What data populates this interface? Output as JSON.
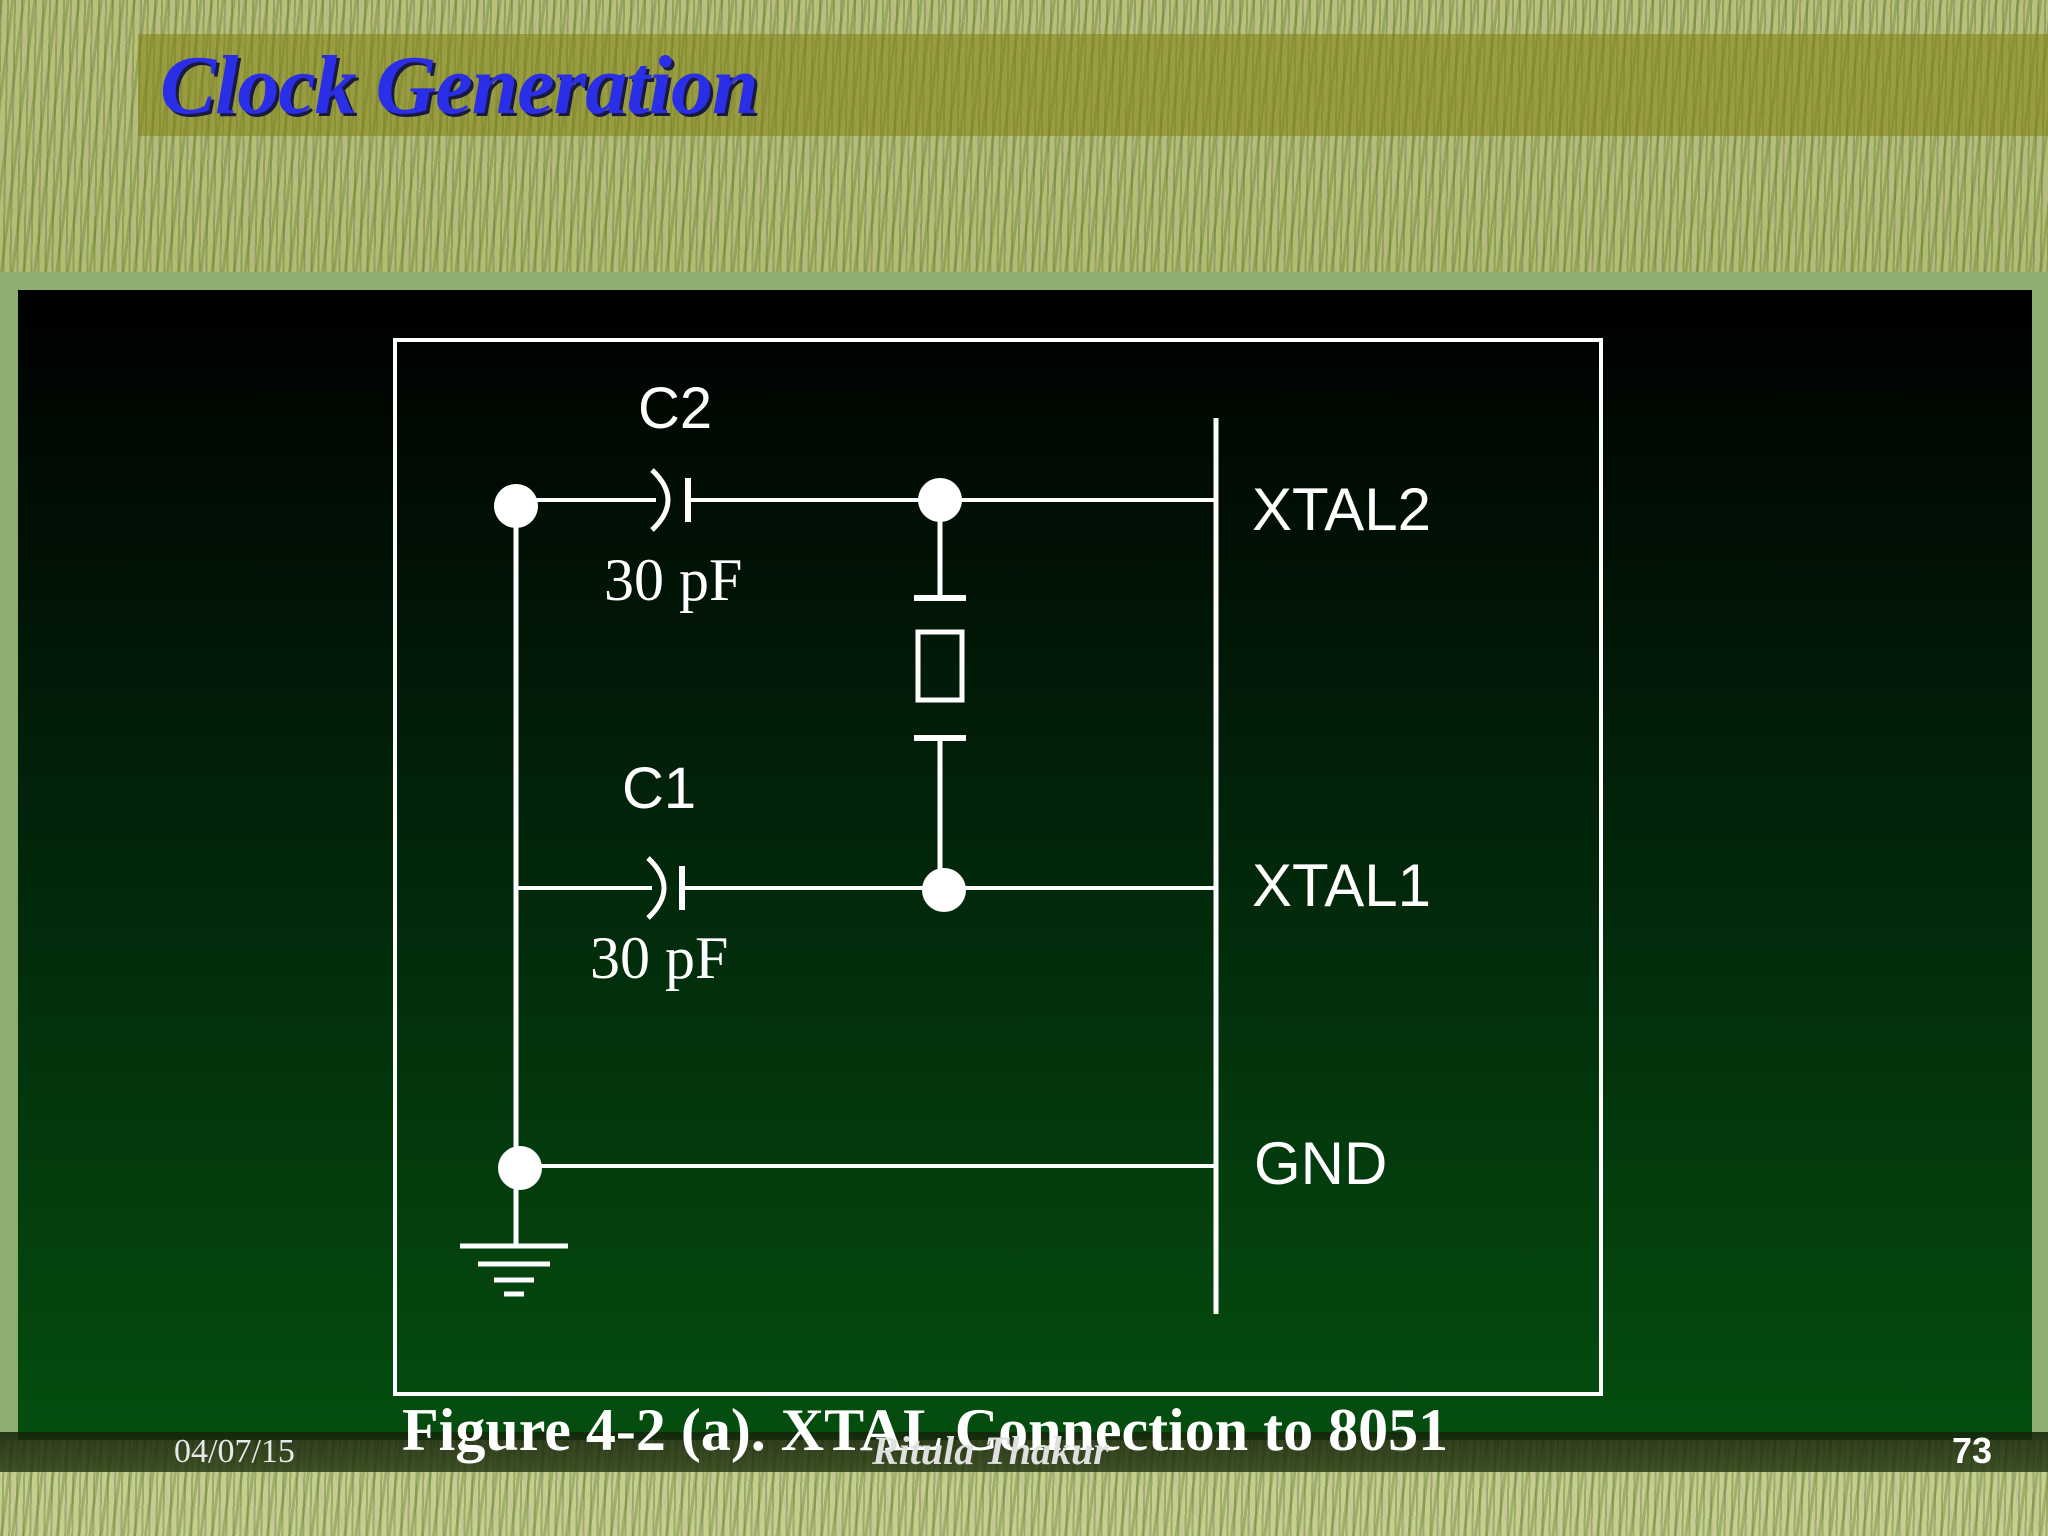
{
  "slide": {
    "title": "Clock Generation",
    "date": "04/07/15",
    "author": "Ritula Thakur",
    "page_number": "73"
  },
  "figure": {
    "caption": "Figure 4-2 (a). XTAL Connection to 8051",
    "c2_label": "C2",
    "c2_value": "30 pF",
    "c1_label": "C1",
    "c1_value": "30 pF",
    "pin_xtal2": "XTAL2",
    "pin_xtal1": "XTAL1",
    "pin_gnd": "GND"
  },
  "colors": {
    "title": "#2a2ee6",
    "panel_top": "#000000",
    "panel_bottom": "#044e0f",
    "wire": "#ffffff"
  }
}
